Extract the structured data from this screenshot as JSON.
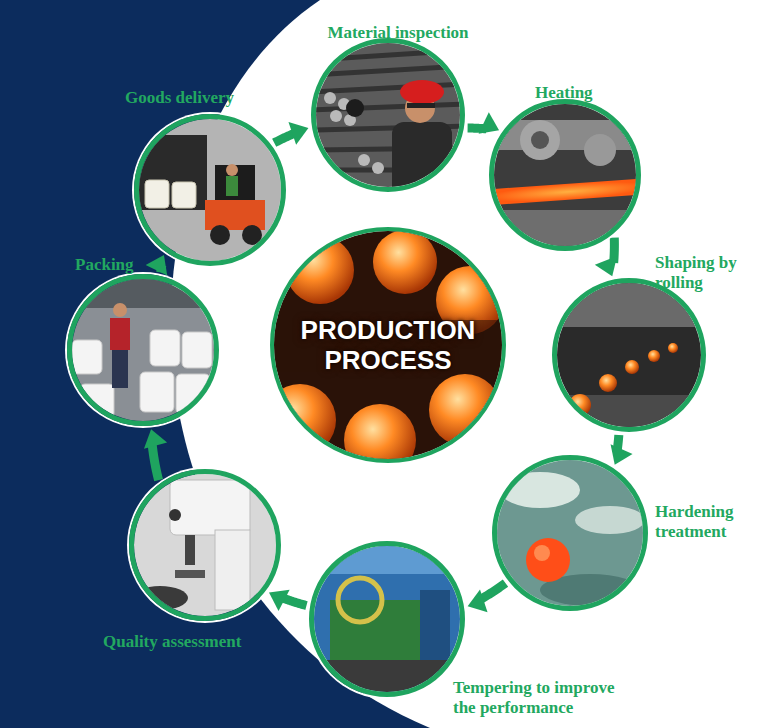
{
  "diagram": {
    "nodes": [
      {
        "text": [
          "Material inspection"
        ]
      },
      {
        "text": [
          "Heating"
        ]
      },
      {
        "text": [
          "Shaping by rolling"
        ]
      },
      {
        "text": [
          "Hardening treatment"
        ]
      },
      {
        "text": [
          "Tempering to improve the performance"
        ]
      },
      {
        "text": [
          "Quality assessment"
        ]
      },
      {
        "text": [
          "Packing"
        ]
      },
      {
        "text": [
          "Goods delivery"
        ]
      },
      {
        "text": [
          "PRODUCTION PROCESS"
        ]
      }
    ],
    "edges": [
      {
        "from": 0,
        "to": 1,
        "arrow": "to"
      },
      {
        "from": 1,
        "to": 2,
        "arrow": "to"
      },
      {
        "from": 2,
        "to": 3,
        "arrow": "to"
      },
      {
        "from": 3,
        "to": 4,
        "arrow": "to"
      },
      {
        "from": 4,
        "to": 5,
        "arrow": "to"
      },
      {
        "from": 5,
        "to": 6,
        "arrow": "to"
      },
      {
        "from": 6,
        "to": 7,
        "arrow": "to"
      },
      {
        "from": 7,
        "to": 0,
        "arrow": "to"
      }
    ]
  }
}
